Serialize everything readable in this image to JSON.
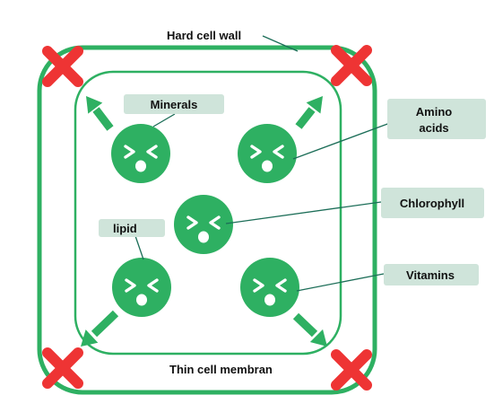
{
  "labels": {
    "wall": "Hard cell wall",
    "membrane": "Thin cell membran",
    "minerals": "Minerals",
    "amino_1": "Amino",
    "amino_2": "acids",
    "chlorophyll": "Chlorophyll",
    "lipid": "lipid",
    "vitamins": "Vitamins"
  },
  "icons": [
    "dizzy-face-icon",
    "red-x-icon",
    "arrow-icon"
  ],
  "colors": {
    "green": "#2eb062",
    "label_bg": "#cfe4da",
    "cross": "#ee3434",
    "line": "#1c6e58"
  }
}
